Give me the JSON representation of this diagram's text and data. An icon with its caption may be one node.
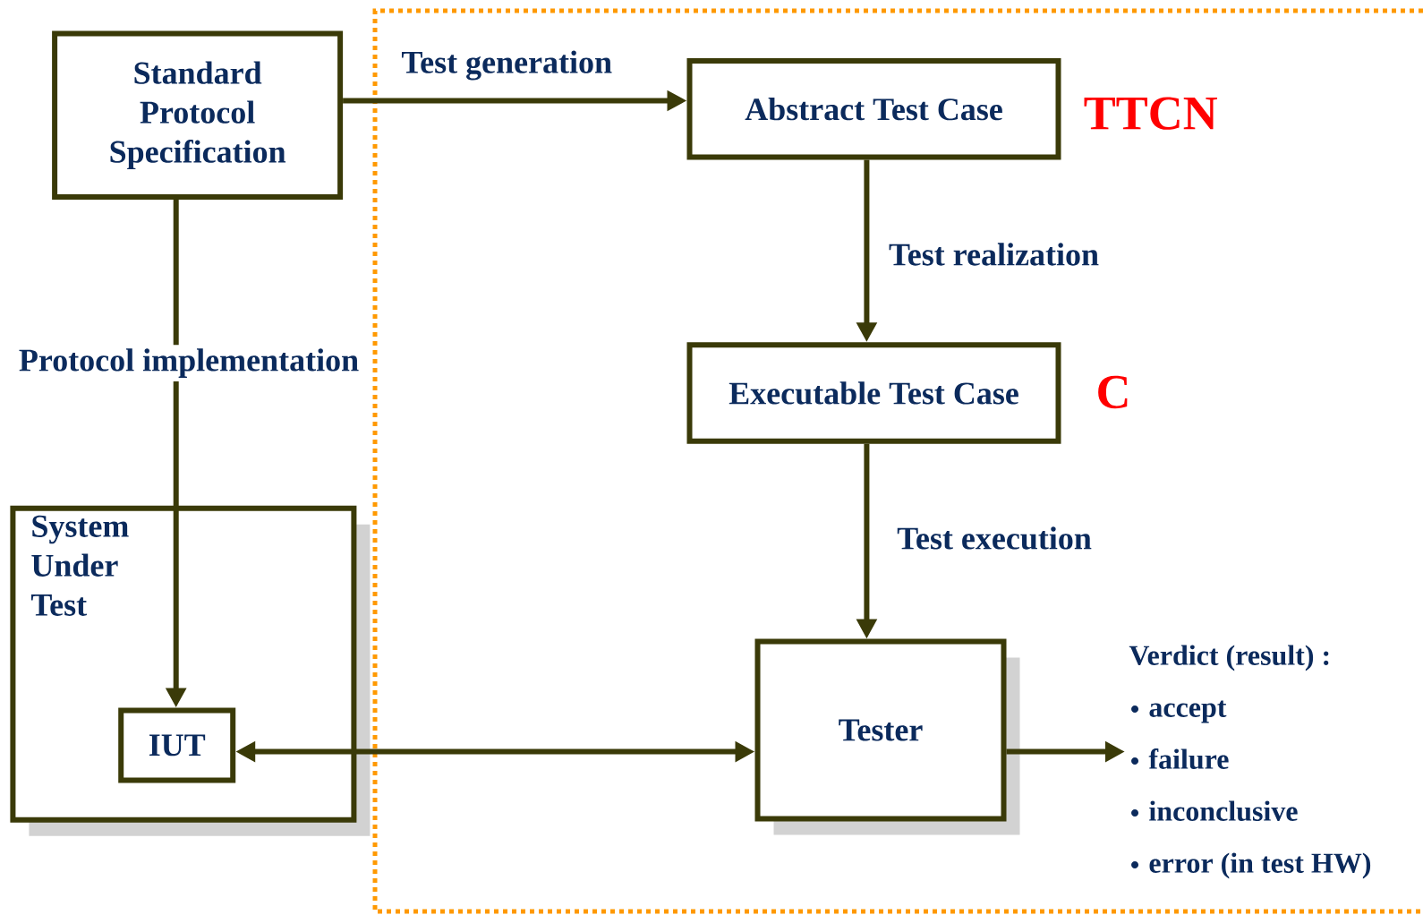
{
  "diagram": {
    "nodes": [
      {
        "text": [
          "Standard Protocol Specification"
        ]
      },
      {
        "text": [
          "Abstract Test Case"
        ],
        "beside": [
          "TTCN"
        ]
      },
      {
        "text": [
          "Executable Test Case"
        ],
        "beside": [
          "C"
        ]
      },
      {
        "text": [
          "System Under Test"
        ]
      },
      {
        "text": [
          "IUT"
        ],
        "in": 3
      },
      {
        "text": [
          "Tester"
        ]
      },
      {
        "text": [
          "Verdict (result) :",
          "accept",
          "failure",
          "inconclusive",
          "error (in test HW)"
        ]
      }
    ],
    "edges": [
      {
        "from": 0,
        "to": 1,
        "arrow": "to",
        "label": "Test generation"
      },
      {
        "from": 0,
        "to": 4,
        "arrow": "to",
        "label": "Protocol implementation"
      },
      {
        "from": 1,
        "to": 2,
        "arrow": "to",
        "label": "Test realization"
      },
      {
        "from": 2,
        "to": 5,
        "arrow": "to",
        "label": "Test execution"
      },
      {
        "from": 4,
        "to": 5,
        "arrow": "both"
      },
      {
        "from": 5,
        "to": 6,
        "arrow": "to"
      }
    ]
  }
}
